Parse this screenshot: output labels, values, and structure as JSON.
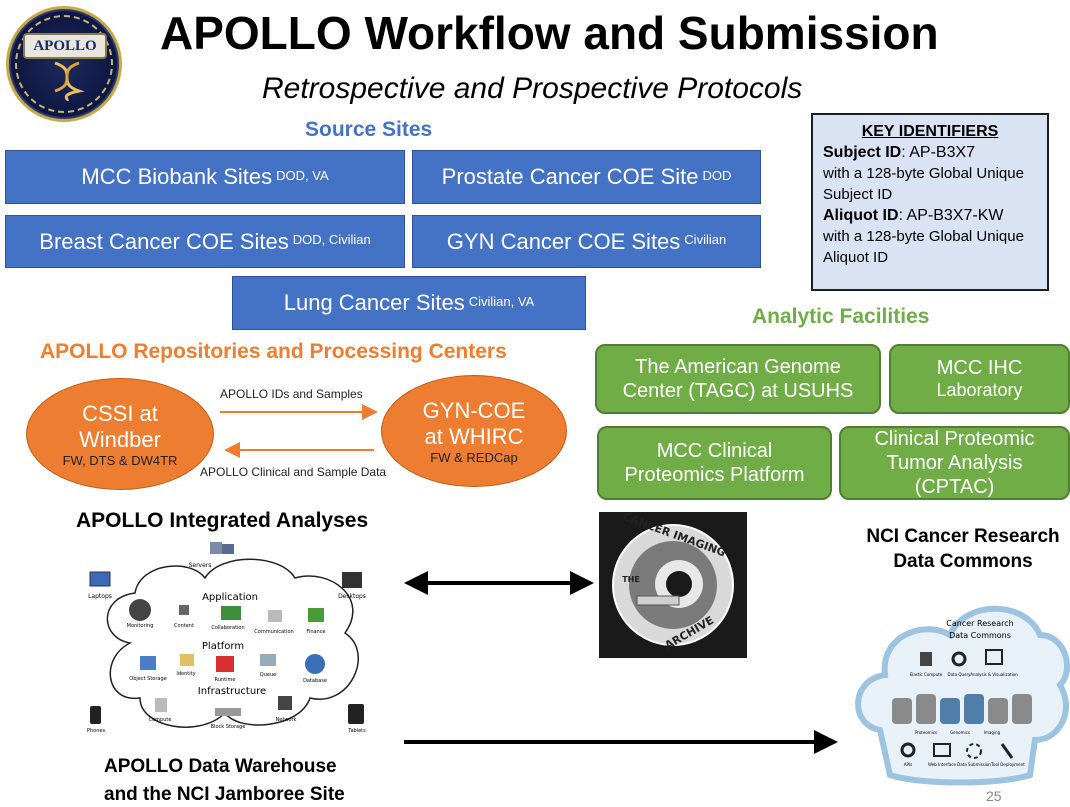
{
  "logo": {
    "label": "APOLLO"
  },
  "title": "APOLLO Workflow and Submission",
  "subtitle": "Retrospective and Prospective Protocols",
  "source_sites": {
    "heading": "Source Sites",
    "boxes": [
      {
        "label": "MCC Biobank Sites",
        "sup": "DOD, VA"
      },
      {
        "label": "Prostate Cancer COE Site",
        "sup": "DOD"
      },
      {
        "label": "Breast Cancer COE Sites",
        "sup": "DOD, Civilian"
      },
      {
        "label": "GYN Cancer COE Sites",
        "sup": "Civilian"
      },
      {
        "label": "Lung Cancer Sites",
        "sup": "Civilian, VA"
      }
    ]
  },
  "key_identifiers": {
    "heading": "KEY IDENTIFIERS",
    "subject_label": "Subject ID",
    "subject_value": ": AP-B3X7",
    "subject_desc": "with a 128-byte Global Unique Subject ID",
    "aliquot_label": "Aliquot ID",
    "aliquot_value": ": AP-B3X7-KW",
    "aliquot_desc": "with a 128-byte Global Unique Aliquot ID"
  },
  "repositories": {
    "heading": "APOLLO Repositories and Processing Centers",
    "cssi": {
      "line1": "CSSI at",
      "line2": "Windber",
      "line3": "FW, DTS & DW4TR"
    },
    "gyn": {
      "line1": "GYN-COE",
      "line2": "at WHIRC",
      "line3": "FW & REDCap"
    },
    "arrow_top_label": "APOLLO IDs and Samples",
    "arrow_bottom_label": "APOLLO Clinical and Sample Data"
  },
  "analytic": {
    "heading": "Analytic Facilities",
    "boxes": [
      {
        "line1": "The American Genome",
        "line2": "Center (TAGC) at USUHS"
      },
      {
        "line1": "MCC IHC",
        "line2": "Laboratory"
      },
      {
        "line1": "MCC Clinical",
        "line2": "Proteomics Platform"
      },
      {
        "line1": "Clinical Proteomic",
        "line2": "Tumor Analysis",
        "line3": "(CPTAC)"
      }
    ]
  },
  "integrated": {
    "heading": "APOLLO Integrated Analyses",
    "cloud": {
      "servers": "Servers",
      "laptops": "Laptops",
      "desktops": "Desktops",
      "application": "Application",
      "monitoring": "Monitoring",
      "content": "Content",
      "collaboration": "Collaboration",
      "communication": "Communication",
      "finance": "Finance",
      "platform": "Platform",
      "object_storage": "Object Storage",
      "identity": "Identity",
      "runtime": "Runtime",
      "queue": "Queue",
      "database": "Database",
      "infrastructure": "Infrastructure",
      "compute": "Compute",
      "block_storage": "Block Storage",
      "network": "Network",
      "phones": "Phones",
      "tablets": "Tablets"
    },
    "footer_line1": "APOLLO Data Warehouse",
    "footer_line2": "and the NCI Jamboree Site"
  },
  "tcia": {
    "text_top": "CANCER IMAGING",
    "text_bottom": "ARCHIVE",
    "text_the": "THE"
  },
  "nci": {
    "heading_line1": "NCI Cancer Research",
    "heading_line2": "Data Commons",
    "cloud_title_line1": "Cancer Research",
    "cloud_title_line2": "Data Commons",
    "items_row1": [
      "Elastic Compute",
      "Data Query",
      "Analysis & Visualization"
    ],
    "items_row2": [
      "Proteomics",
      "Genomics",
      "Imaging"
    ],
    "items_row3": [
      "APIs",
      "Web Interface",
      "Data Submission",
      "Tool Deployment"
    ]
  },
  "page_number": "25",
  "colors": {
    "blue": "#4472c4",
    "green": "#70ad47",
    "orange": "#ed7d31",
    "key_bg": "#dae3f3"
  }
}
